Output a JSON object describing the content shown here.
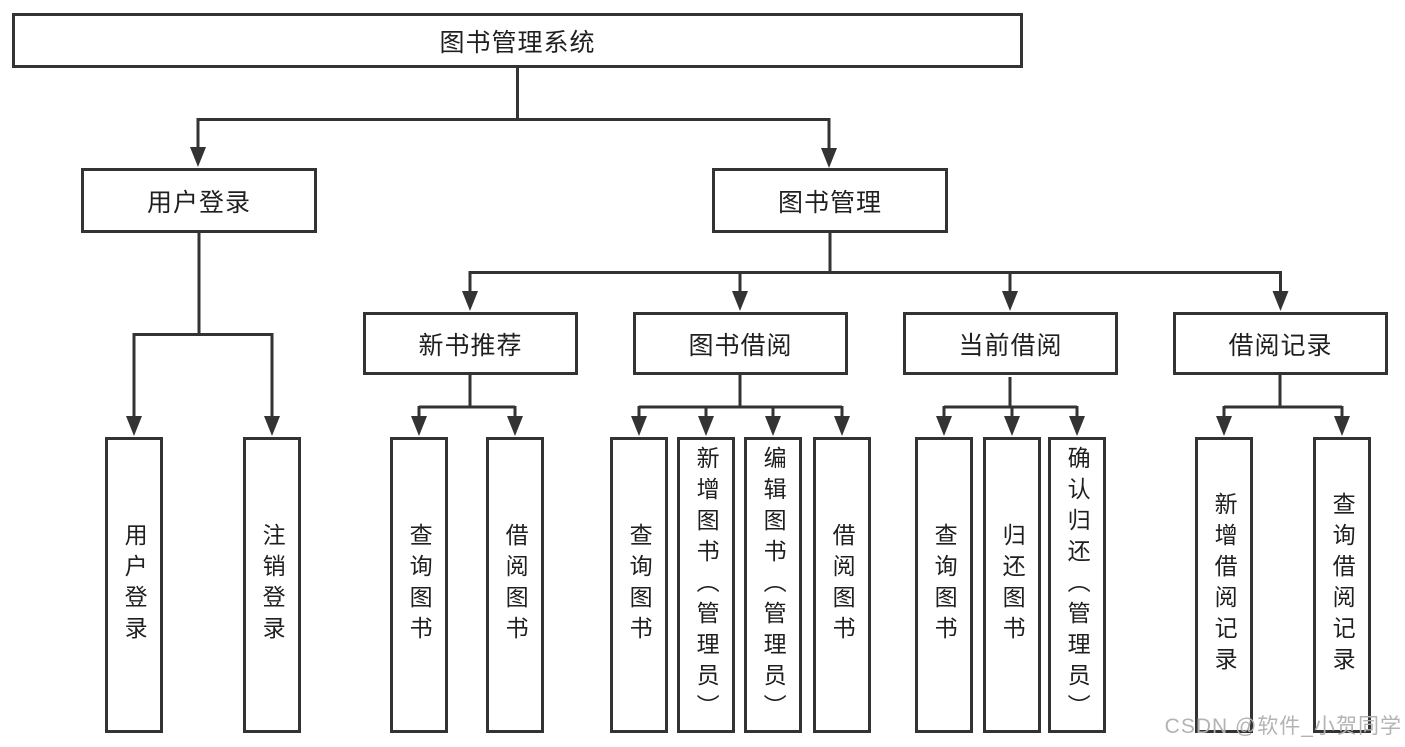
{
  "diagram": {
    "type": "hierarchy-tree",
    "colors": {
      "line": "#333333",
      "border": "#333333",
      "text": "#1f1f1f",
      "background": "#ffffff",
      "watermark": "#b3b3b3"
    },
    "root": {
      "label": "图书管理系统"
    },
    "level2": [
      {
        "label": "用户登录",
        "parent": "图书管理系统"
      },
      {
        "label": "图书管理",
        "parent": "图书管理系统"
      }
    ],
    "level3": [
      {
        "label": "新书推荐",
        "parent": "图书管理"
      },
      {
        "label": "图书借阅",
        "parent": "图书管理"
      },
      {
        "label": "当前借阅",
        "parent": "图书管理"
      },
      {
        "label": "借阅记录",
        "parent": "图书管理"
      }
    ],
    "leaves": [
      {
        "label": "用户登录",
        "parent": "用户登录"
      },
      {
        "label": "注销登录",
        "parent": "用户登录"
      },
      {
        "label": "查询图书",
        "parent": "新书推荐"
      },
      {
        "label": "借阅图书",
        "parent": "新书推荐"
      },
      {
        "label": "查询图书",
        "parent": "图书借阅"
      },
      {
        "label": "新增图书（管理员）",
        "parent": "图书借阅"
      },
      {
        "label": "编辑图书（管理员）",
        "parent": "图书借阅"
      },
      {
        "label": "借阅图书",
        "parent": "图书借阅"
      },
      {
        "label": "查询图书",
        "parent": "当前借阅"
      },
      {
        "label": "归还图书",
        "parent": "当前借阅"
      },
      {
        "label": "确认归还（管理员）",
        "parent": "当前借阅"
      },
      {
        "label": "新增借阅记录",
        "parent": "借阅记录"
      },
      {
        "label": "查询借阅记录",
        "parent": "借阅记录"
      }
    ]
  },
  "watermark": "CSDN @软件_小贺同学"
}
